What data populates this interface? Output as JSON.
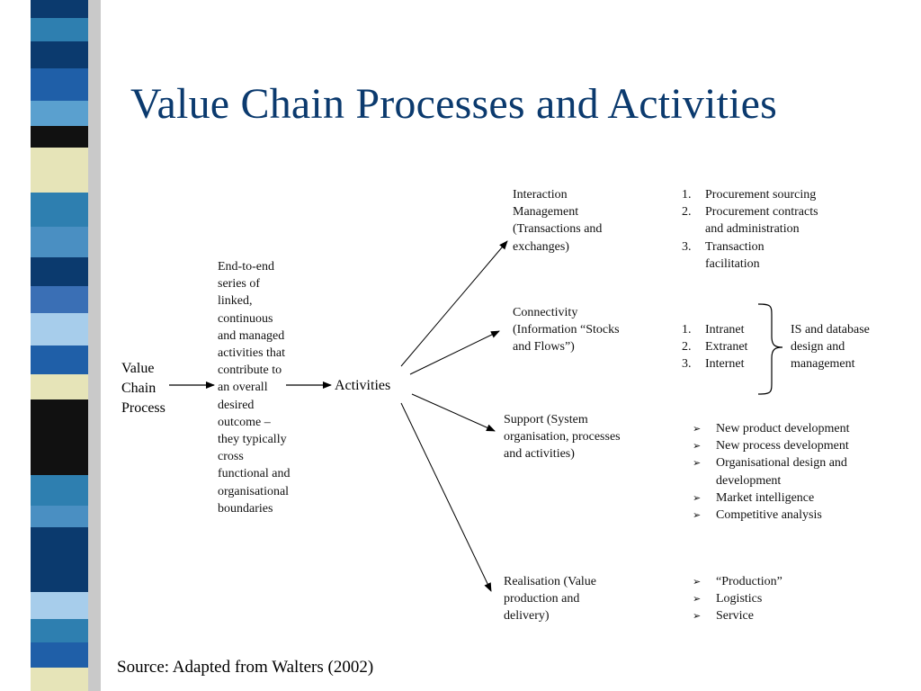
{
  "slide": {
    "title": "Value Chain Processes and Activities",
    "source": "Source: Adapted from Walters (2002)",
    "stripe_colors": [
      "#0b3a6e",
      "#2e7fb0",
      "#4a8fc2",
      "#1f5fa8",
      "#e6e4b8",
      "#7fb2d6",
      "#5aa0cf",
      "#111111",
      "#3a6fb5",
      "#a7cdeb"
    ]
  },
  "diagram": {
    "value_chain_process": [
      "Value",
      "Chain",
      "Process"
    ],
    "description": [
      "End-to-end",
      "series of",
      "linked,",
      "continuous",
      "and managed",
      "activities that",
      "contribute to",
      "an overall",
      "desired",
      "outcome –",
      "they typically",
      "cross",
      "functional and",
      "organisational",
      "boundaries"
    ],
    "activities_label": "Activities",
    "interaction": {
      "lines": [
        "Interaction",
        "Management",
        "(Transactions and",
        "exchanges)"
      ],
      "items": [
        {
          "num": "1.",
          "lines": [
            "Procurement sourcing"
          ]
        },
        {
          "num": "2.",
          "lines": [
            "Procurement contracts",
            "and administration"
          ]
        },
        {
          "num": "3.",
          "lines": [
            "Transaction",
            "facilitation"
          ]
        }
      ]
    },
    "connectivity": {
      "lines": [
        "Connectivity",
        "(Information “Stocks",
        "and Flows”)"
      ],
      "items": [
        {
          "num": "1.",
          "lines": [
            "Intranet"
          ]
        },
        {
          "num": "2.",
          "lines": [
            "Extranet"
          ]
        },
        {
          "num": "3.",
          "lines": [
            "Internet"
          ]
        }
      ],
      "brace_note": [
        "IS and database",
        "design and",
        "management"
      ]
    },
    "support": {
      "lines": [
        "Support (System",
        "organisation, processes",
        "and activities)"
      ],
      "items": [
        {
          "lines": [
            "New product development"
          ]
        },
        {
          "lines": [
            "New process development"
          ]
        },
        {
          "lines": [
            "Organisational design and",
            "development"
          ]
        },
        {
          "lines": [
            "Market intelligence"
          ]
        },
        {
          "lines": [
            "Competitive analysis"
          ]
        }
      ]
    },
    "realisation": {
      "lines": [
        "Realisation (Value",
        "production and",
        "delivery)"
      ],
      "items": [
        {
          "lines": [
            "“Production”"
          ]
        },
        {
          "lines": [
            "Logistics"
          ]
        },
        {
          "lines": [
            "Service"
          ]
        }
      ]
    }
  }
}
